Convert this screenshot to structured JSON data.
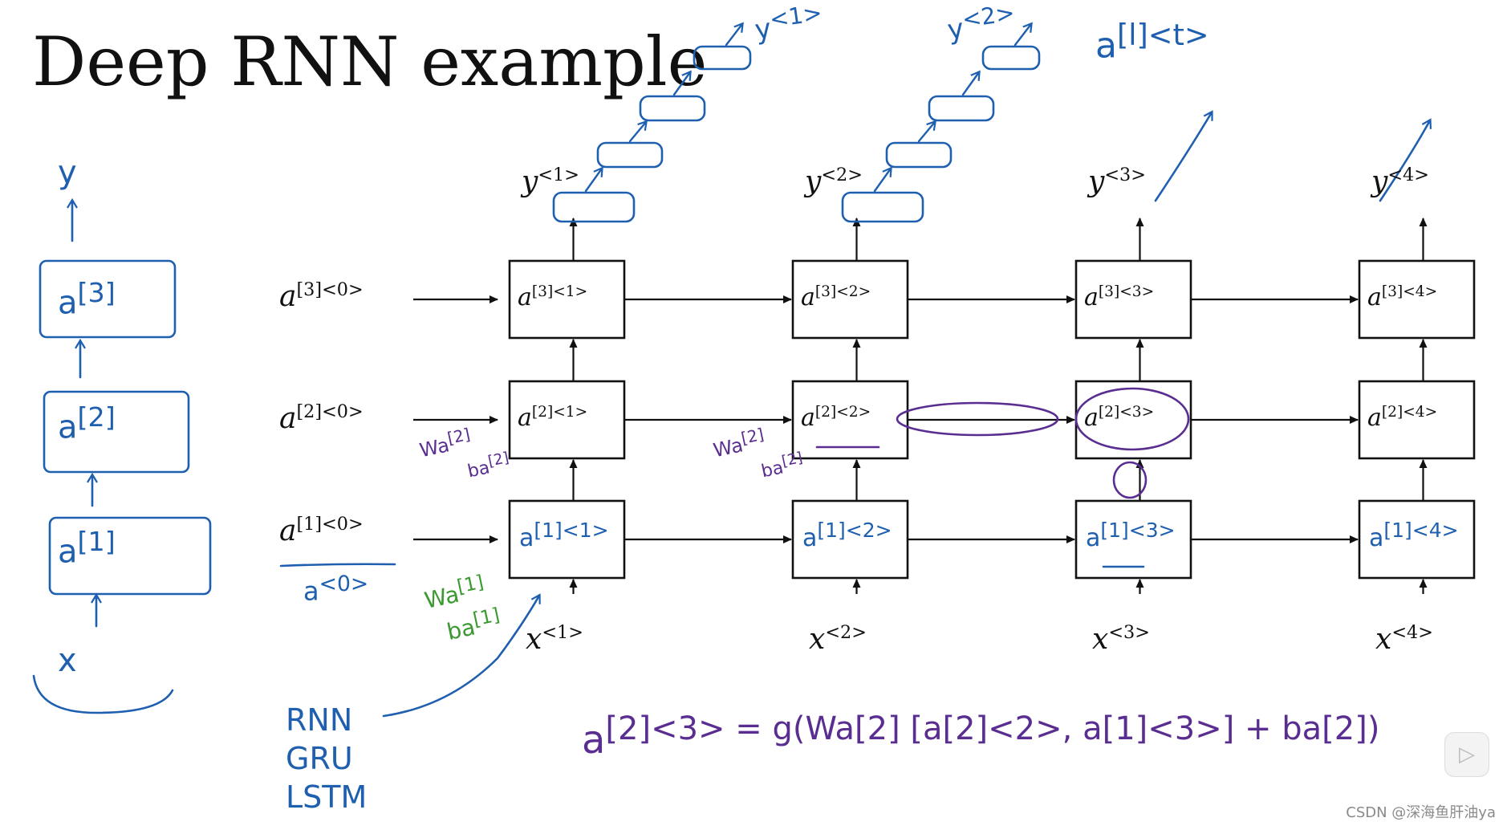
{
  "title": "Deep RNN example",
  "timesteps": [
    "1",
    "2",
    "3",
    "4"
  ],
  "layers": [
    "1",
    "2",
    "3"
  ],
  "grid_cells": [
    [
      null,
      null,
      null,
      null
    ],
    [
      "a[2]<1>",
      "a[2]<2>",
      "a[2]<3>",
      "a[2]<4>"
    ],
    [
      "a[3]<1>",
      "a[3]<2>",
      "a[3]<3>",
      "a[3]<4>"
    ]
  ],
  "row_start_labels": [
    "a[1]<0>",
    "a[2]<0>",
    "a[3]<0>"
  ],
  "outputs": [
    "y<1>",
    "y<2>",
    "y<3>",
    "y<4>"
  ],
  "inputs": [
    "x<1>",
    "x<2>",
    "x<3>",
    "x<4>"
  ],
  "handwritten": {
    "layer1_cells": [
      "a[1]<1>",
      "a[1]<2>",
      "a[1]<3>",
      "a[1]<4>"
    ],
    "a0_note": "a<0>",
    "wb_green": [
      "Wa[1]",
      "ba[1]"
    ],
    "wb_purple_1": [
      "Wa[2]",
      "ba[2]"
    ],
    "wb_purple_2": [
      "Wa[2]",
      "ba[2]"
    ],
    "rnn_types": [
      "RNN",
      "GRU",
      "LSTM"
    ],
    "top_right": "a[l]<t>",
    "formula": "a[2]<3> = g(Wa[2] [a[2]<2>, a[1]<3>] + ba[2])",
    "left_stack": [
      "y",
      "a[3]",
      "a[2]",
      "a[1]",
      "x"
    ],
    "output_stack_1": "y<1>",
    "output_stack_2": "y<2>"
  },
  "watermark": "CSDN @深海鱼肝油ya",
  "colors": {
    "ink": "#111111",
    "blue": "#1f5fb0",
    "purple": "#5a2d91",
    "green": "#3a9a2f"
  }
}
